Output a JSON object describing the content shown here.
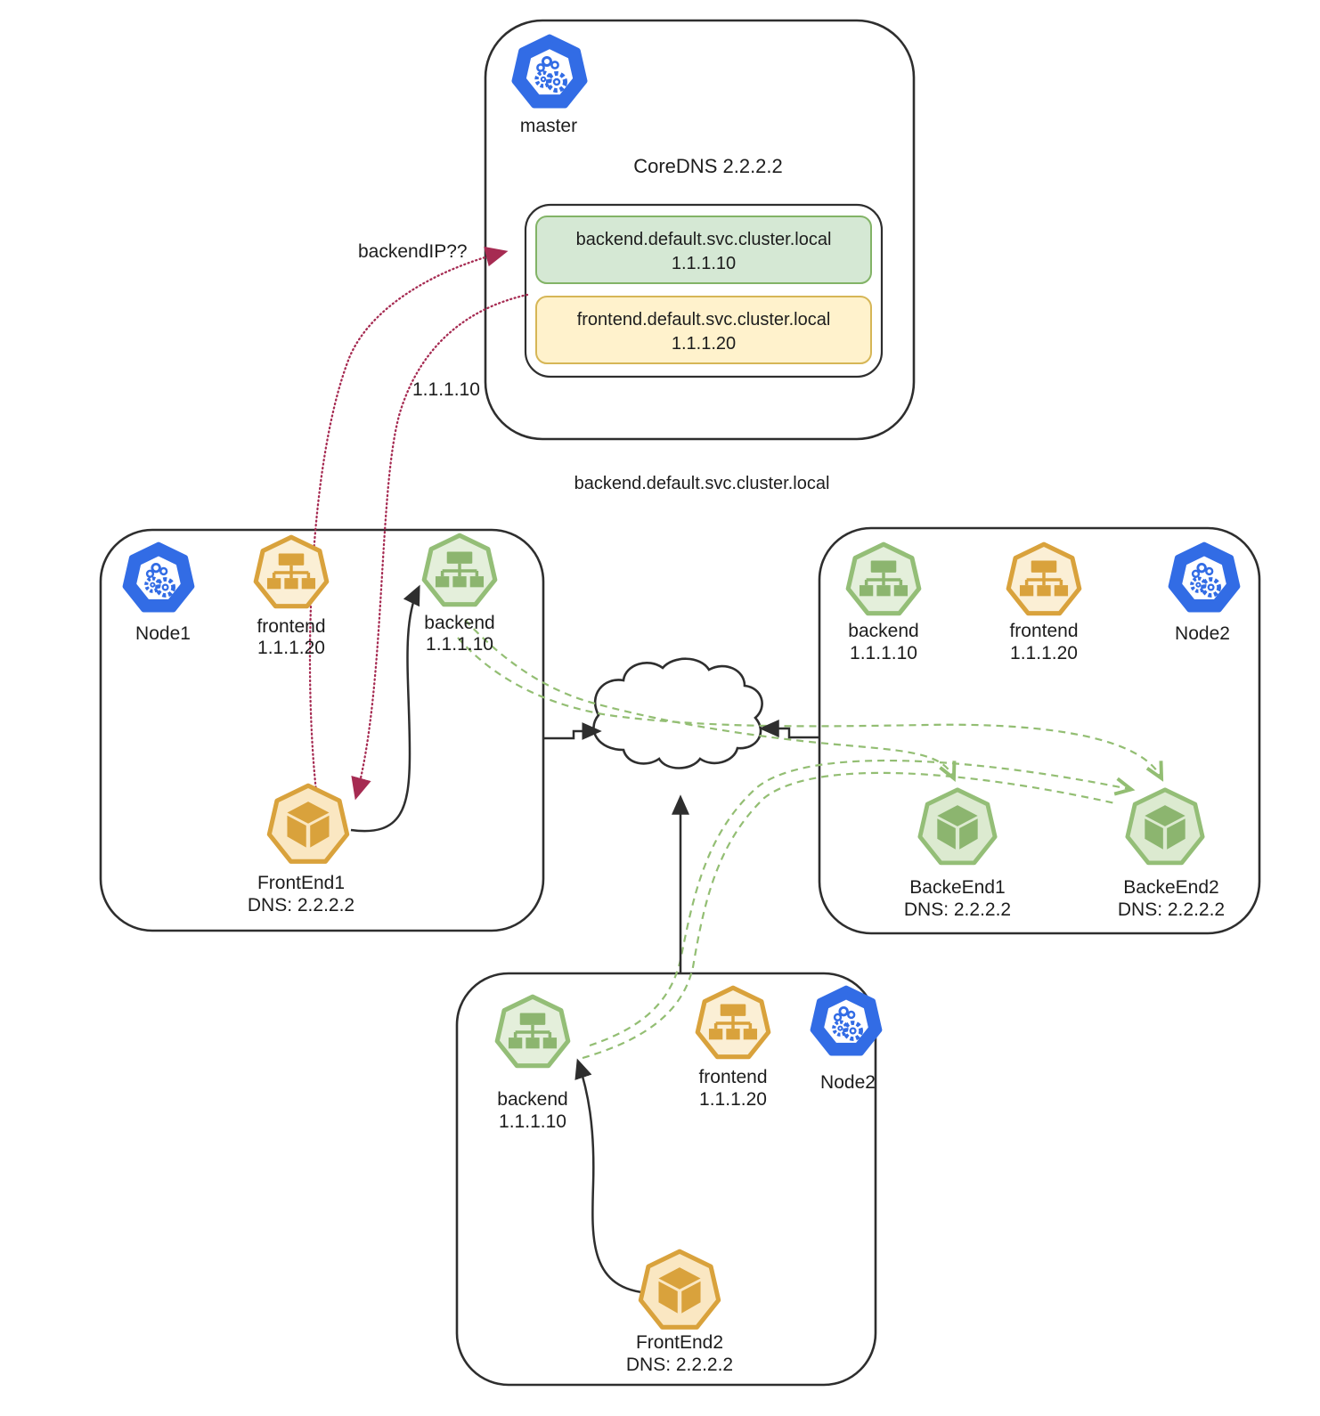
{
  "diagram": {
    "master": {
      "label": "master",
      "coredns": "CoreDNS 2.2.2.2",
      "records": [
        {
          "host": "backend.default.svc.cluster.local",
          "ip": "1.1.1.10"
        },
        {
          "host": "frontend.default.svc.cluster.local",
          "ip": "1.1.1.20"
        }
      ]
    },
    "labels": {
      "backend_query": "backendIP??",
      "resolved_ip": "1.1.1.10",
      "service_fqdn": "backend.default.svc.cluster.local"
    },
    "node1": {
      "label": "Node1",
      "services": [
        {
          "name": "frontend",
          "ip": "1.1.1.20"
        },
        {
          "name": "backend",
          "ip": "1.1.1.10"
        }
      ],
      "pods": [
        {
          "name": "FrontEnd1",
          "dns": "DNS: 2.2.2.2"
        }
      ]
    },
    "node2_right": {
      "label": "Node2",
      "services": [
        {
          "name": "backend",
          "ip": "1.1.1.10"
        },
        {
          "name": "frontend",
          "ip": "1.1.1.20"
        }
      ],
      "pods": [
        {
          "name": "BackeEnd1",
          "dns": "DNS: 2.2.2.2"
        },
        {
          "name": "BackeEnd2",
          "dns": "DNS: 2.2.2.2"
        }
      ]
    },
    "node2_bottom": {
      "label": "Node2",
      "services": [
        {
          "name": "backend",
          "ip": "1.1.1.10"
        },
        {
          "name": "frontend",
          "ip": "1.1.1.20"
        }
      ],
      "pods": [
        {
          "name": "FrontEnd2",
          "dns": "DNS: 2.2.2.2"
        }
      ]
    },
    "icons": {
      "kubernetes_node": "kubernetes-heptagon-gears-icon",
      "service": "sitemap-service-icon",
      "pod": "cube-pod-icon",
      "network": "cloud-icon"
    },
    "colors": {
      "kubernetes_blue": "#326CE5",
      "orange_stroke": "#D9A23C",
      "orange_fill": "#FBEFD5",
      "pod_orange_fill": "#FAE7C2",
      "green_stroke": "#94BE77",
      "green_fill": "#E4EFDB",
      "green_glyph": "#8CB56F",
      "pod_green_fill": "#DCEAD0",
      "record_green_fill": "#D5E8D4",
      "record_green_stroke": "#82B366",
      "record_yellow_fill": "#FFF2CC",
      "record_yellow_stroke": "#D6B656",
      "arrow_red": "#A62B52",
      "arrow_green": "#93BE73",
      "line_dark": "#2E2E2E"
    }
  }
}
